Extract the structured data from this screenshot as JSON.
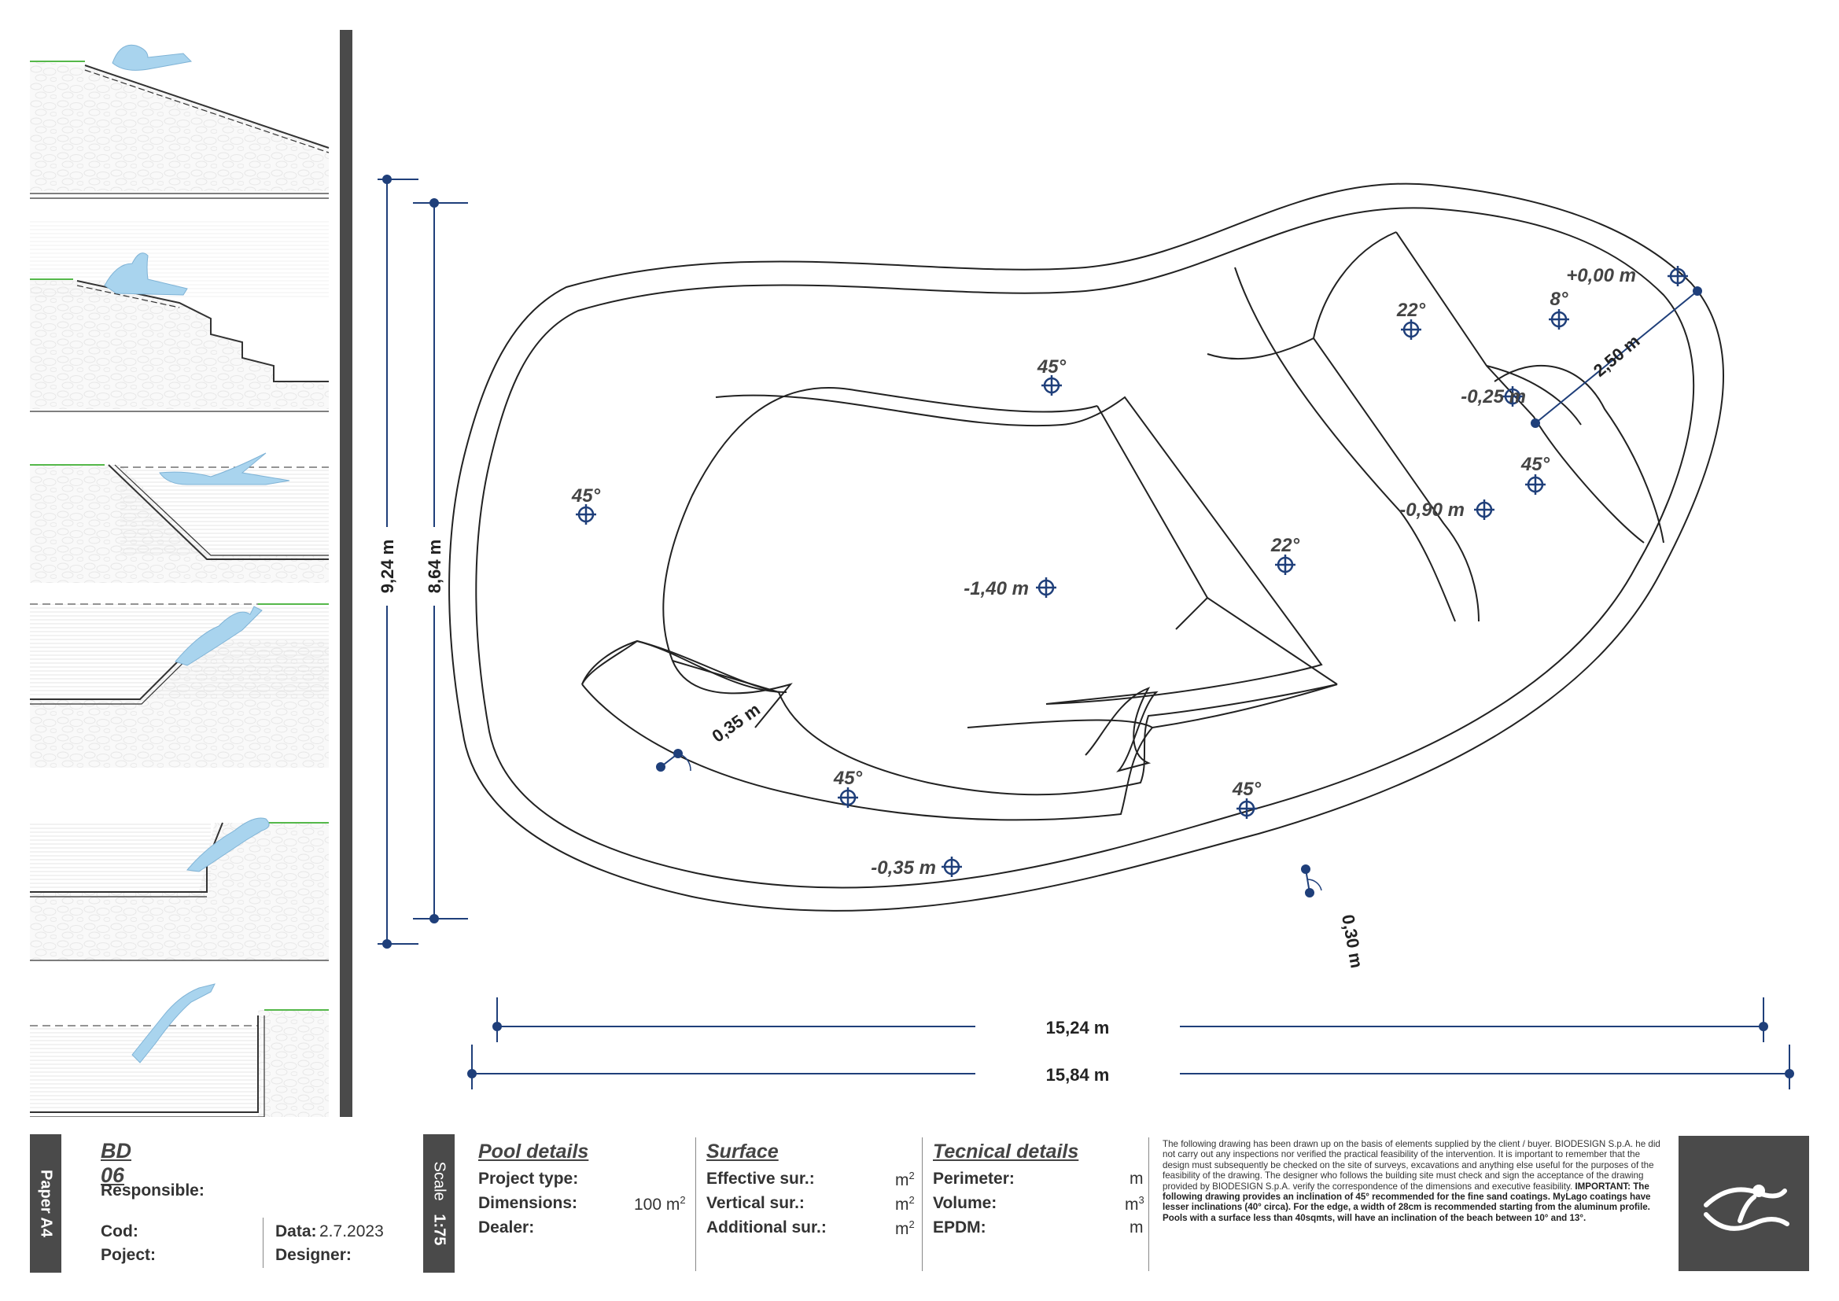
{
  "colors": {
    "accent": "#1f3f7a",
    "dark_panel": "#4a4a4a",
    "water_figure": "#a9d4ee",
    "grass": "#55b84a"
  },
  "plan": {
    "levels": [
      {
        "id": "lvl_plus000",
        "text": "+0,00 m"
      },
      {
        "id": "lvl_m025",
        "text": "-0,25 m"
      },
      {
        "id": "lvl_m090",
        "text": "-0,90 m"
      },
      {
        "id": "lvl_m140",
        "text": "-1,40 m"
      },
      {
        "id": "lvl_m035",
        "text": "-0,35 m"
      }
    ],
    "slopes": [
      "45°",
      "45°",
      "45°",
      "45°",
      "45°",
      "22°",
      "22°",
      "8°"
    ],
    "dimensions": {
      "outer_height": "9,24 m",
      "inner_height": "8,64 m",
      "inner_width": "15,24 m",
      "outer_width": "15,84 m",
      "beach_width": "2,50 m",
      "shelf_width": "0,35 m",
      "edge_width": "0,30 m"
    }
  },
  "titleblock": {
    "paper": "Paper A4",
    "code": "BD 06",
    "responsible_label": "Responsible:",
    "cod_label": "Cod:",
    "poject_label": "Poject:",
    "data_label": "Data:",
    "data_value": "2.7.2023",
    "designer_label": "Designer:",
    "scale_label": "Scale",
    "scale_value": "1:75",
    "pool_details": {
      "heading": "Pool details",
      "project_type": "Project type:",
      "dimensions": "Dimensions:",
      "dimensions_value": "100 m",
      "dimensions_sup": "2",
      "dealer": "Dealer:"
    },
    "surface": {
      "heading": "Surface",
      "effective": "Effective sur.:",
      "vertical": "Vertical sur.:",
      "additional": "Additional sur.:",
      "unit": "m",
      "unit_sup": "2"
    },
    "technical": {
      "heading": "Tecnical details",
      "perimeter": "Perimeter:",
      "volume": "Volume:",
      "epdm": "EPDM:",
      "unit_m": "m",
      "unit_m3": "m",
      "unit_m3_sup": "3"
    },
    "note_normal": "The following drawing has been drawn up on the basis of elements supplied by the client / buyer. BIODESIGN S.p.A. he did not carry out any inspections nor verified the practical feasibility of the intervention. It is important to remember that the design must subsequently be checked on the site of surveys, excavations and anything else useful for the purposes of the feasibility of the drawing. The designer who follows the building site must check and sign the acceptance of the drawing provided by BIODESIGN S.p.A. verify the correspondence of the dimensions and executive feasibility.",
    "note_bold": "IMPORTANT: The following drawing provides an inclination of 45° recommended for the fine sand coatings. MyLago coatings have lesser inclinations (40° circa). For the edge, a width of 28cm is recommended starting from the aluminum profile. Pools with a surface less than 40sqmts, will have an inclination of the beach between 10° and 13°."
  }
}
